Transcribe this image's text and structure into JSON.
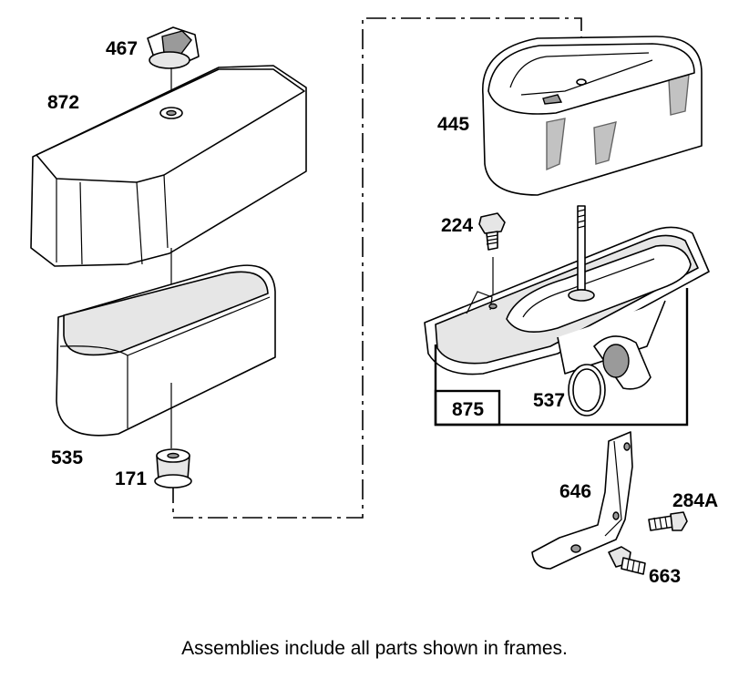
{
  "labels": {
    "p467": "467",
    "p872": "872",
    "p535": "535",
    "p171": "171",
    "p445": "445",
    "p224": "224",
    "p875": "875",
    "p537": "537",
    "p646": "646",
    "p284a": "284A",
    "p663": "663"
  },
  "caption": "Assemblies include all parts shown in frames."
}
